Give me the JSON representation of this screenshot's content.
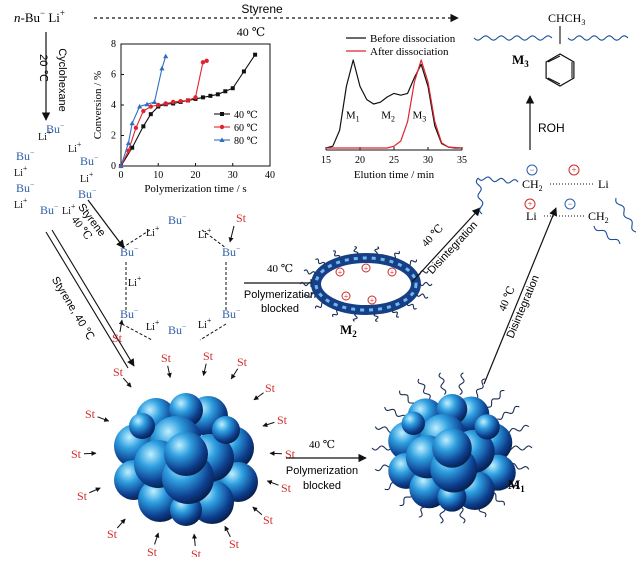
{
  "colors": {
    "butyl": "#2f5fa8",
    "st": "#d02a2a",
    "roh": "#3aa142",
    "plus": "#d02a2a",
    "sphere_dark": "#0d2f6a",
    "sphere_light": "#7fd3f5",
    "series_40": "#111111",
    "series_60": "#e0242f",
    "series_80": "#2f6fc0"
  },
  "initiator": {
    "prefix": "n",
    "bu": "-Bu",
    "minus": "−",
    "li": " Li",
    "plus": "+"
  },
  "top_arrow": {
    "reagent": "Styrene",
    "temp": "40 ℃"
  },
  "left_arrow": {
    "temp": "20 ℃",
    "solvent": "Cyclohexane"
  },
  "hexamer": {
    "bu": "Bu",
    "li": "Li",
    "minus": "−",
    "plus": "+"
  },
  "diag_arrow": {
    "reagent": "Styrene",
    "temp": "40 ℃"
  },
  "long_arrow": {
    "label": "Styrene, 40 ℃"
  },
  "complex": {
    "st": "St",
    "bu": "Bu",
    "li": "Li",
    "minus": "−",
    "plus": "+"
  },
  "arrow_m2": {
    "temp": "40 ℃",
    "line1": "Polymerization",
    "line2": "blocked"
  },
  "arrow_m1": {
    "temp": "40 ℃",
    "line1": "Polymerization",
    "line2": "blocked"
  },
  "m2_label": {
    "base": "M",
    "sub": "2"
  },
  "m1_label": {
    "base": "M",
    "sub": "1"
  },
  "m3_label": {
    "base": "M",
    "sub": "3"
  },
  "m3_group": "CHCH",
  "m3_sub": "3",
  "disintegration_1": {
    "temp": "40 ℃",
    "word": "Disintegration"
  },
  "disintegration_2": {
    "temp": "40 ℃",
    "word": "Disintegration"
  },
  "roh": "ROH",
  "dissociated": {
    "ch2": "CH",
    "two": "2",
    "li": "Li",
    "minus": "−",
    "plus": "+"
  },
  "aggregate_st": "St",
  "chart_data": [
    {
      "type": "line",
      "title": "",
      "xlabel": "Polymerization time / s",
      "ylabel": "Conversion / %",
      "xlim": [
        0,
        40
      ],
      "ylim": [
        0,
        8
      ],
      "xticks": [
        "0",
        "10",
        "20",
        "30",
        "40"
      ],
      "yticks": [
        "0",
        "2",
        "4",
        "6",
        "8"
      ],
      "legend_position": "center-right",
      "series": [
        {
          "name": "40 ℃",
          "marker": "square",
          "x": [
            0,
            3,
            6,
            8,
            10,
            12,
            14,
            16,
            18,
            20,
            22,
            24,
            26,
            28,
            30,
            33,
            36
          ],
          "y": [
            0,
            1.2,
            2.6,
            3.4,
            3.9,
            4.05,
            4.1,
            4.2,
            4.3,
            4.4,
            4.5,
            4.6,
            4.7,
            4.9,
            5.1,
            6.2,
            7.3
          ]
        },
        {
          "name": "60 ℃",
          "marker": "circle",
          "x": [
            0,
            2,
            4,
            6,
            8,
            10,
            12,
            14,
            16,
            18,
            20,
            22,
            23
          ],
          "y": [
            0,
            1.0,
            2.5,
            3.6,
            3.9,
            4.0,
            4.1,
            4.2,
            4.25,
            4.3,
            4.5,
            6.8,
            6.9
          ]
        },
        {
          "name": "80 ℃",
          "marker": "triangle",
          "x": [
            0,
            2,
            3,
            5,
            7,
            9,
            11,
            12
          ],
          "y": [
            0,
            1.5,
            2.8,
            3.9,
            4.05,
            4.2,
            6.4,
            7.2
          ]
        }
      ]
    },
    {
      "type": "line",
      "title": "",
      "xlabel": "Elution time / min",
      "ylabel": "",
      "xlim": [
        15,
        35
      ],
      "xticks": [
        "15",
        "20",
        "25",
        "30",
        "35"
      ],
      "legend_position": "top",
      "annotations": [
        "M1",
        "M2",
        "M3"
      ],
      "series": [
        {
          "name": "Before dissociation",
          "x": [
            15,
            16,
            17,
            18,
            19,
            20,
            21,
            22,
            23,
            24,
            25,
            26,
            27,
            28,
            29,
            30,
            31,
            32,
            33,
            34,
            35
          ],
          "y": [
            0.0,
            0.02,
            0.2,
            0.7,
            1.0,
            0.7,
            0.55,
            0.5,
            0.52,
            0.58,
            0.62,
            0.6,
            0.62,
            0.8,
            0.95,
            0.7,
            0.25,
            0.05,
            0.01,
            0,
            0
          ]
        },
        {
          "name": "After dissociation",
          "x": [
            15,
            20,
            24,
            25,
            26,
            27,
            28,
            29,
            30,
            31,
            32,
            33,
            35
          ],
          "y": [
            0,
            0,
            0,
            0.02,
            0.08,
            0.3,
            0.75,
            1.0,
            0.75,
            0.3,
            0.06,
            0.01,
            0
          ]
        }
      ]
    }
  ]
}
